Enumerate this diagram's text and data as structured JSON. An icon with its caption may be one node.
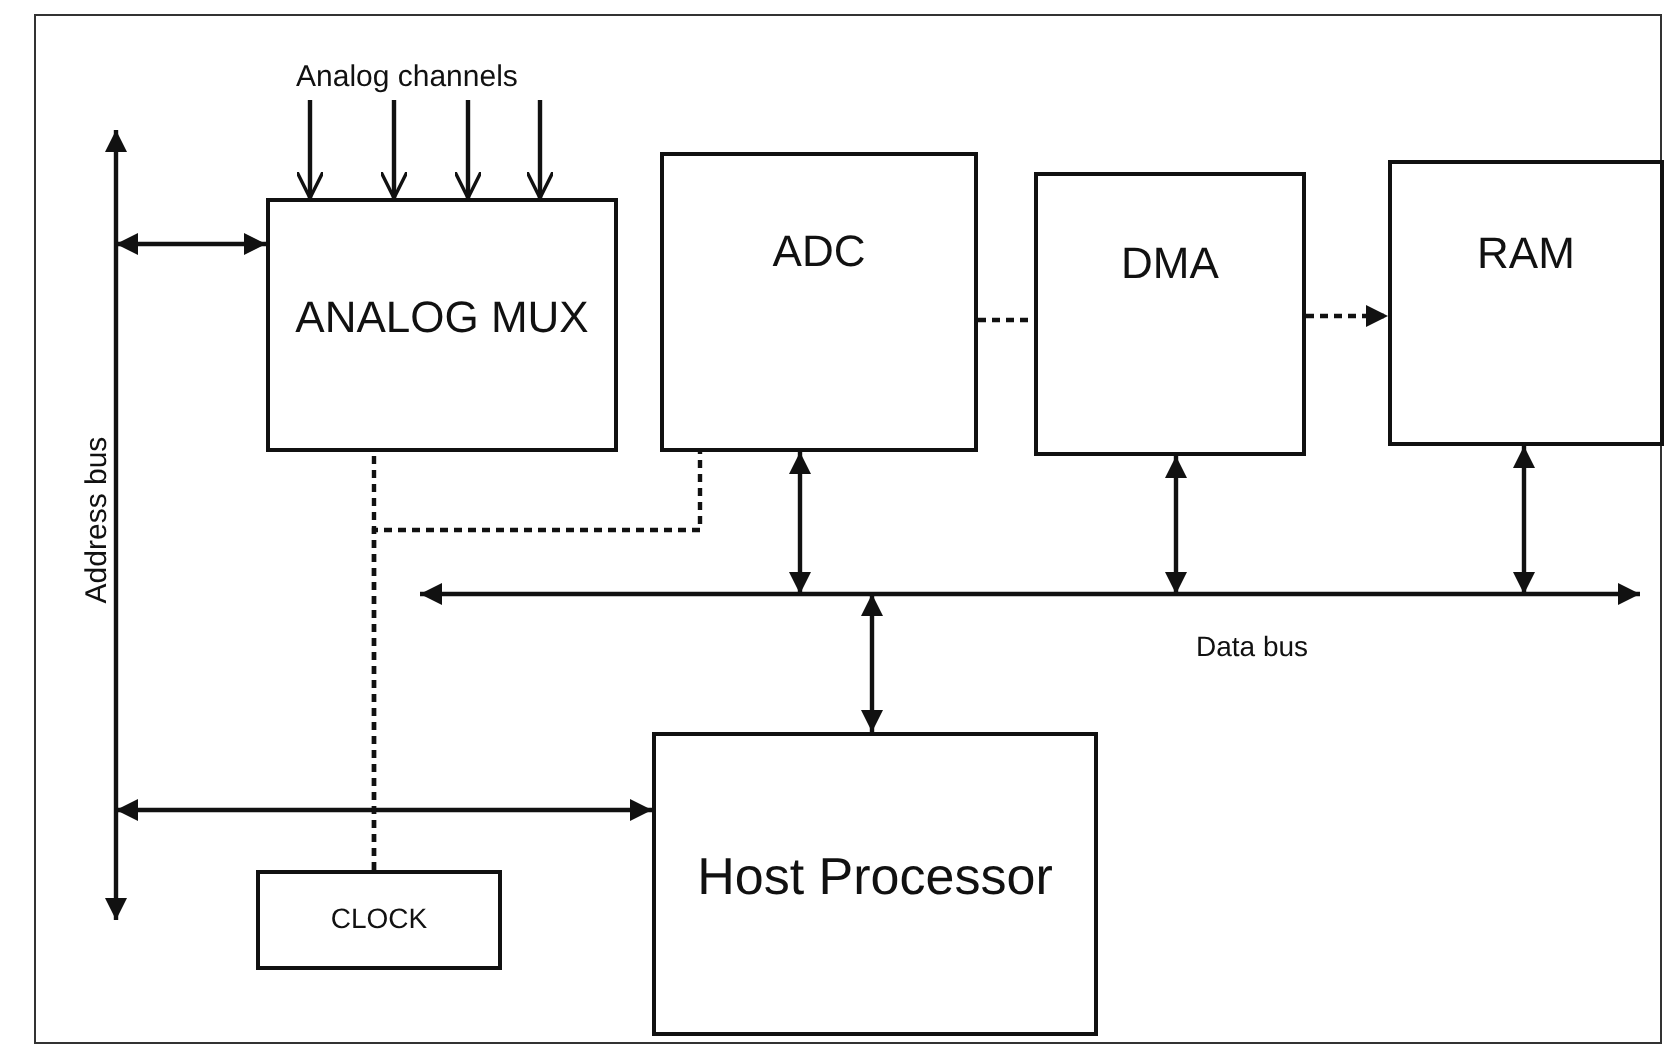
{
  "diagram": {
    "nodes": [
      {
        "text": [
          "Analog channels"
        ]
      },
      {
        "text": [
          "ANALOG MUX"
        ]
      },
      {
        "text": [
          "ADC"
        ]
      },
      {
        "text": [
          "DMA"
        ]
      },
      {
        "text": [
          "RAM"
        ]
      },
      {
        "text": [
          "Address bus"
        ]
      },
      {
        "text": [
          "Data bus"
        ]
      },
      {
        "text": [
          "CLOCK"
        ]
      },
      {
        "text": [
          "Host Processor"
        ]
      }
    ],
    "edges": [
      {
        "from": 0,
        "to": 1,
        "arrow": "to"
      },
      {
        "from": 0,
        "to": 1,
        "arrow": "to"
      },
      {
        "from": 0,
        "to": 1,
        "arrow": "to"
      },
      {
        "from": 0,
        "to": 1,
        "arrow": "to"
      },
      {
        "from": 5,
        "to": 1,
        "arrow": "both"
      },
      {
        "from": 2,
        "to": 3,
        "arrow": "none",
        "style": "dashed"
      },
      {
        "from": 3,
        "to": 4,
        "arrow": "to",
        "style": "dashed"
      },
      {
        "from": 2,
        "to": 6,
        "arrow": "both"
      },
      {
        "from": 3,
        "to": 6,
        "arrow": "both"
      },
      {
        "from": 4,
        "to": 6,
        "arrow": "both"
      },
      {
        "from": 6,
        "to": 8,
        "arrow": "both"
      },
      {
        "from": 5,
        "to": 8,
        "arrow": "both"
      },
      {
        "from": 7,
        "to": 1,
        "arrow": "none",
        "style": "dashed"
      },
      {
        "from": 7,
        "to": 2,
        "arrow": "none",
        "style": "dashed"
      }
    ]
  }
}
